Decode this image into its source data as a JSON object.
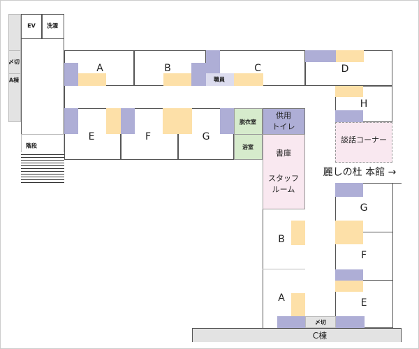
{
  "title": "麗しの杜 本館 →",
  "rooms": {
    "top_a": "A",
    "top_b": "B",
    "top_c": "C",
    "top_d": "D",
    "e": "E",
    "f": "F",
    "g": "G",
    "h": "H",
    "lounge": "談話コーナー",
    "ev": "EV",
    "laundry": "洗濯",
    "stairs": "階段",
    "a_wing": "A棟",
    "closet_a": "〆切",
    "staff": "職員",
    "dressing": "脱衣室",
    "bath": "浴室",
    "toilet_1": "供用",
    "toilet_2": "トイレ",
    "archive": "書庫",
    "staffroom_1": "スタッフ",
    "staffroom_2": "ルーム",
    "low_b": "B",
    "low_a": "A",
    "right_g": "G",
    "right_f": "F",
    "right_e": "E",
    "closet_c": "〆切",
    "c_wing": "C棟"
  },
  "colors": {
    "room_accent": "#aeaed6",
    "furniture": "#fde0a8",
    "shared": "#f9e8f0",
    "bath": "#d6ebcc"
  }
}
